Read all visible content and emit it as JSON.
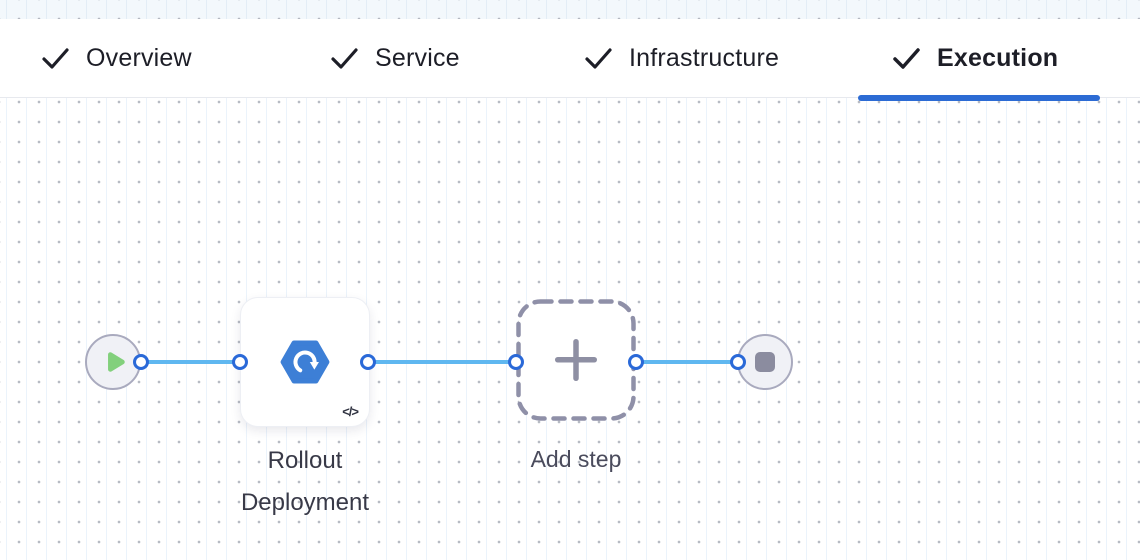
{
  "header": {
    "tabs": [
      {
        "label": "Overview",
        "checked": true,
        "active": false
      },
      {
        "label": "Service",
        "checked": true,
        "active": false
      },
      {
        "label": "Infrastructure",
        "checked": true,
        "active": false
      },
      {
        "label": "Execution",
        "checked": true,
        "active": true
      }
    ]
  },
  "canvas": {
    "start_node": {
      "type": "start",
      "icon": "play-icon"
    },
    "step_node": {
      "label": "Rollout Deployment",
      "icon": "rollout-deployment-icon",
      "badge": "</>"
    },
    "add_step_node": {
      "label": "Add step",
      "icon": "plus-icon"
    },
    "end_node": {
      "type": "end",
      "icon": "stop-icon"
    }
  },
  "colors": {
    "active_tab_underline": "#2c6bd4",
    "edge_blue": "#5fb7f0",
    "port_ring_blue": "#2a69d8",
    "step_icon_blue": "#3d7fd6",
    "play_green": "#82d07c",
    "node_gray": "#8b8c9f",
    "dashed_border_gray": "#8f90a8",
    "tab_text": "#1d1e27",
    "label_text": "#383947"
  }
}
